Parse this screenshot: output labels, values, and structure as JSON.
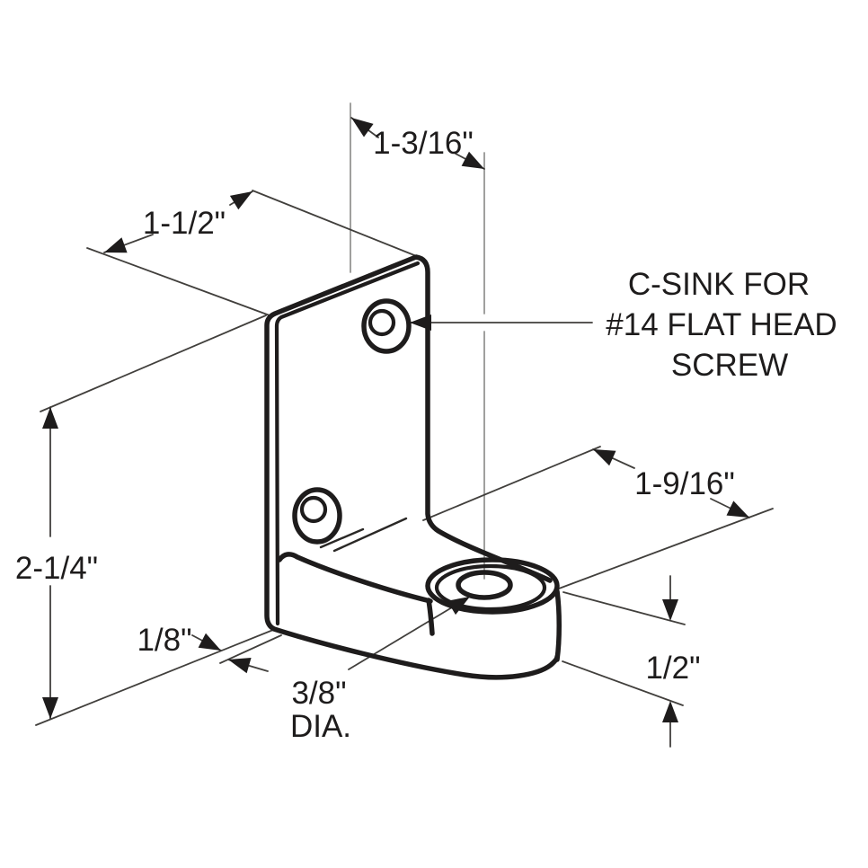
{
  "drawing": {
    "note": {
      "line1": "C-SINK FOR",
      "line2": "#14 FLAT HEAD",
      "line3": "SCREW"
    },
    "dims": {
      "hole_offset": "1-3/16\"",
      "plate_width": "1-1/2\"",
      "plate_height": "2-1/4\"",
      "plate_thickness": "1/8\"",
      "pivot_hole_dia": "3/8\"",
      "pivot_hole_dia_suffix": "DIA.",
      "foot_length": "1-9/16\"",
      "boss_height": "1/2\""
    },
    "colors": {
      "ink": "#1e1c1c",
      "thin_line": "#413f3c",
      "center_line": "#8f8f8d",
      "background": "#ffffff"
    }
  }
}
